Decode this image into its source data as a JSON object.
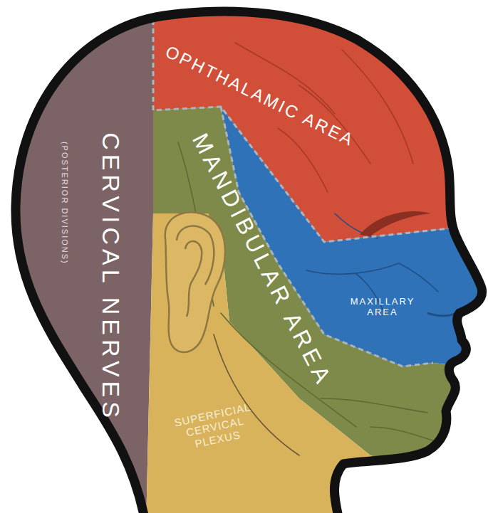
{
  "diagram": {
    "nodes": [
      {
        "text": [
          "OPHTHALAMIC AREA"
        ]
      },
      {
        "text": [
          "CERVICAL NERVES",
          "(POSTERIOR DIVISIONS)"
        ]
      },
      {
        "text": [
          "MANDIBULAR AREA"
        ]
      },
      {
        "text": [
          "MAXILLARY AREA"
        ]
      },
      {
        "text": [
          "SUPERFICIAL CERVICAL PLEXUS"
        ]
      }
    ]
  }
}
